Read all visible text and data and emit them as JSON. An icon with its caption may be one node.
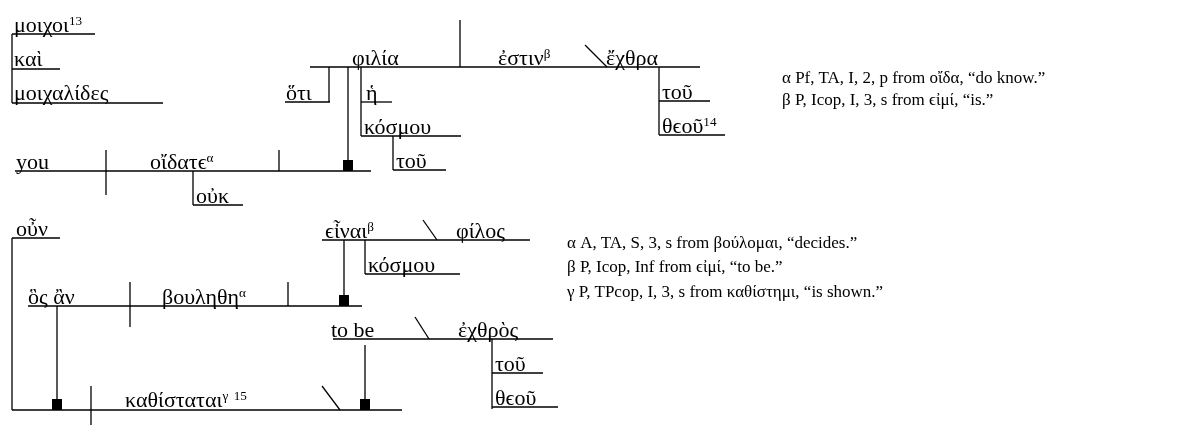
{
  "diagram": {
    "labels": [
      "μοιχοι$^{13}$",
      "καὶ",
      "μοιχαλίδες",
      "φιλία",
      "ἐστιν$^{β}$",
      "ἔχθρα",
      "α Pf, TA, I, 2, p from οἴδα, “do know.”",
      "ὅτι",
      "ἡ",
      "τοῦ",
      "β P, Icop, I, 3, s from ϵἰμί, “is.”",
      "κόσμου",
      "θϵοῦ$^{14}$",
      "you",
      "οἴδατϵ$^{α}$",
      "τοῦ",
      "οὐκ",
      "οὖν",
      "ϵἶναι$^{β}$",
      "φίλος",
      "α A, TA, S, 3, s from βούλομαι, “decides.”",
      "κόσμου",
      "β P, Icop, Inf from ϵἰμί, “to be.”",
      "ὃς ἂν",
      "βουληθη$^{α}$",
      "γ P, TPcop, I, 3, s from καθίστημι, “is shown.”",
      "to be",
      "ἐχθρὸς",
      "τοῦ",
      "καθίσταται$^{γ}$ $^{15}$",
      "θϵοῦ"
    ]
  }
}
